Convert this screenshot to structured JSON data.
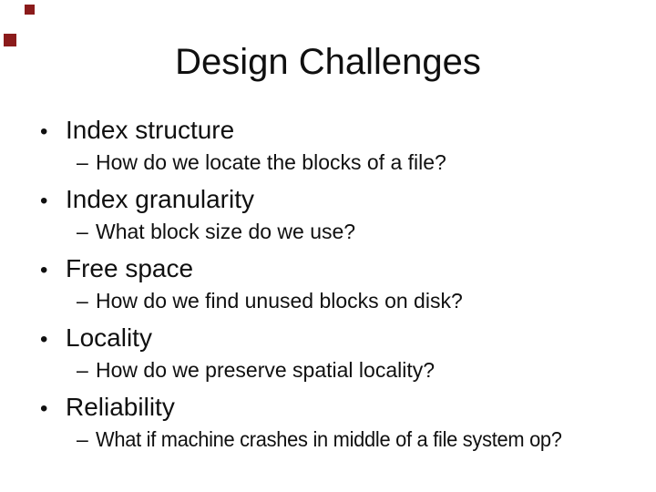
{
  "slide": {
    "title": "Design Challenges",
    "bullet_glyph": "•",
    "sub_glyph": "–",
    "bullets": [
      {
        "label": "Index structure",
        "sub": "How do we locate the blocks of a file?"
      },
      {
        "label": "Index granularity",
        "sub": "What block size do we use?"
      },
      {
        "label": "Free space",
        "sub": "How do we find unused blocks on disk?"
      },
      {
        "label": "Locality",
        "sub": "How do we preserve spatial locality?"
      },
      {
        "label": "Reliability",
        "sub": "What if machine crashes in middle of a file system op?"
      }
    ],
    "colors": {
      "background": "#ffffff",
      "text": "#101010",
      "marker": "#8b1b1b"
    }
  }
}
